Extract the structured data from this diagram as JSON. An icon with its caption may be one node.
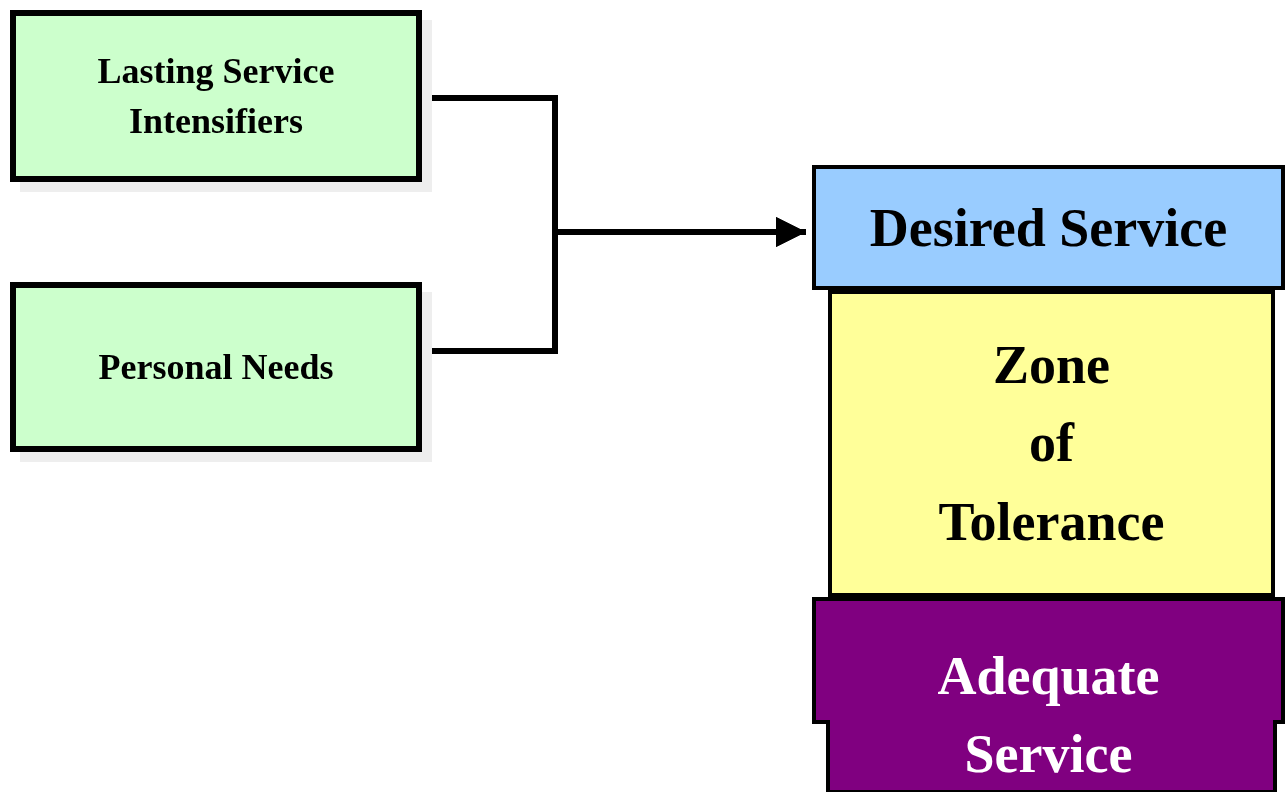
{
  "diagram": {
    "nodes": [
      {
        "text": [
          "Lasting Service Intensifiers"
        ]
      },
      {
        "text": [
          "Personal Needs"
        ]
      },
      {
        "text": [
          "Desired Service"
        ]
      },
      {
        "text": [
          "Zone of Tolerance"
        ]
      },
      {
        "text": [
          "Adequate Service"
        ]
      }
    ],
    "edges": [
      {
        "from": 0,
        "to": 2,
        "arrow": "to"
      },
      {
        "from": 1,
        "to": 2,
        "arrow": "to"
      }
    ]
  }
}
